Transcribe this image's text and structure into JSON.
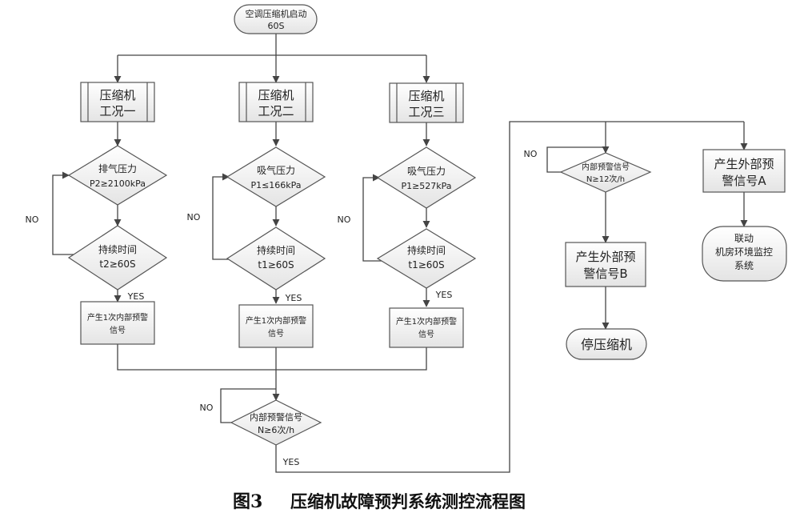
{
  "start": {
    "line1": "空调压缩机启动",
    "line2": "60S"
  },
  "conditions": [
    {
      "title1": "压缩机",
      "title2": "工况一",
      "check1_a": "排气压力",
      "check1_b": "P2≥2100kPa",
      "check2_a": "持续时间",
      "check2_b": "t2≥60S",
      "no": "NO",
      "yes": "YES",
      "signal1": "产生1次内部预警",
      "signal2": "信号"
    },
    {
      "title1": "压缩机",
      "title2": "工况二",
      "check1_a": "吸气压力",
      "check1_b": "P1≤166kPa",
      "check2_a": "持续时间",
      "check2_b": "t1≥60S",
      "no": "NO",
      "yes": "YES",
      "signal1": "产生1次内部预警",
      "signal2": "信号"
    },
    {
      "title1": "压缩机",
      "title2": "工况三",
      "check1_a": "吸气压力",
      "check1_b": "P1≥527kPa",
      "check2_a": "持续时间",
      "check2_b": "t1≥60S",
      "no": "NO",
      "yes": "YES",
      "signal1": "产生1次内部预警",
      "signal2": "信号"
    }
  ],
  "count_check": {
    "line1": "内部预警信号",
    "line2": "N≥6次/h",
    "no": "NO",
    "yes": "YES"
  },
  "high_check": {
    "line1": "内部预警信号",
    "line2": "N≥12次/h",
    "no": "NO"
  },
  "signal_b": {
    "line1": "产生外部预",
    "line2": "警信号B"
  },
  "stop": {
    "label": "停压缩机"
  },
  "signal_a": {
    "line1": "产生外部预",
    "line2": "警信号A"
  },
  "linkage": {
    "line1": "联动",
    "line2": "机房环境监控",
    "line3": "系统"
  },
  "caption": {
    "label": "图3",
    "title": "压缩机故障预判系统测控流程图"
  }
}
